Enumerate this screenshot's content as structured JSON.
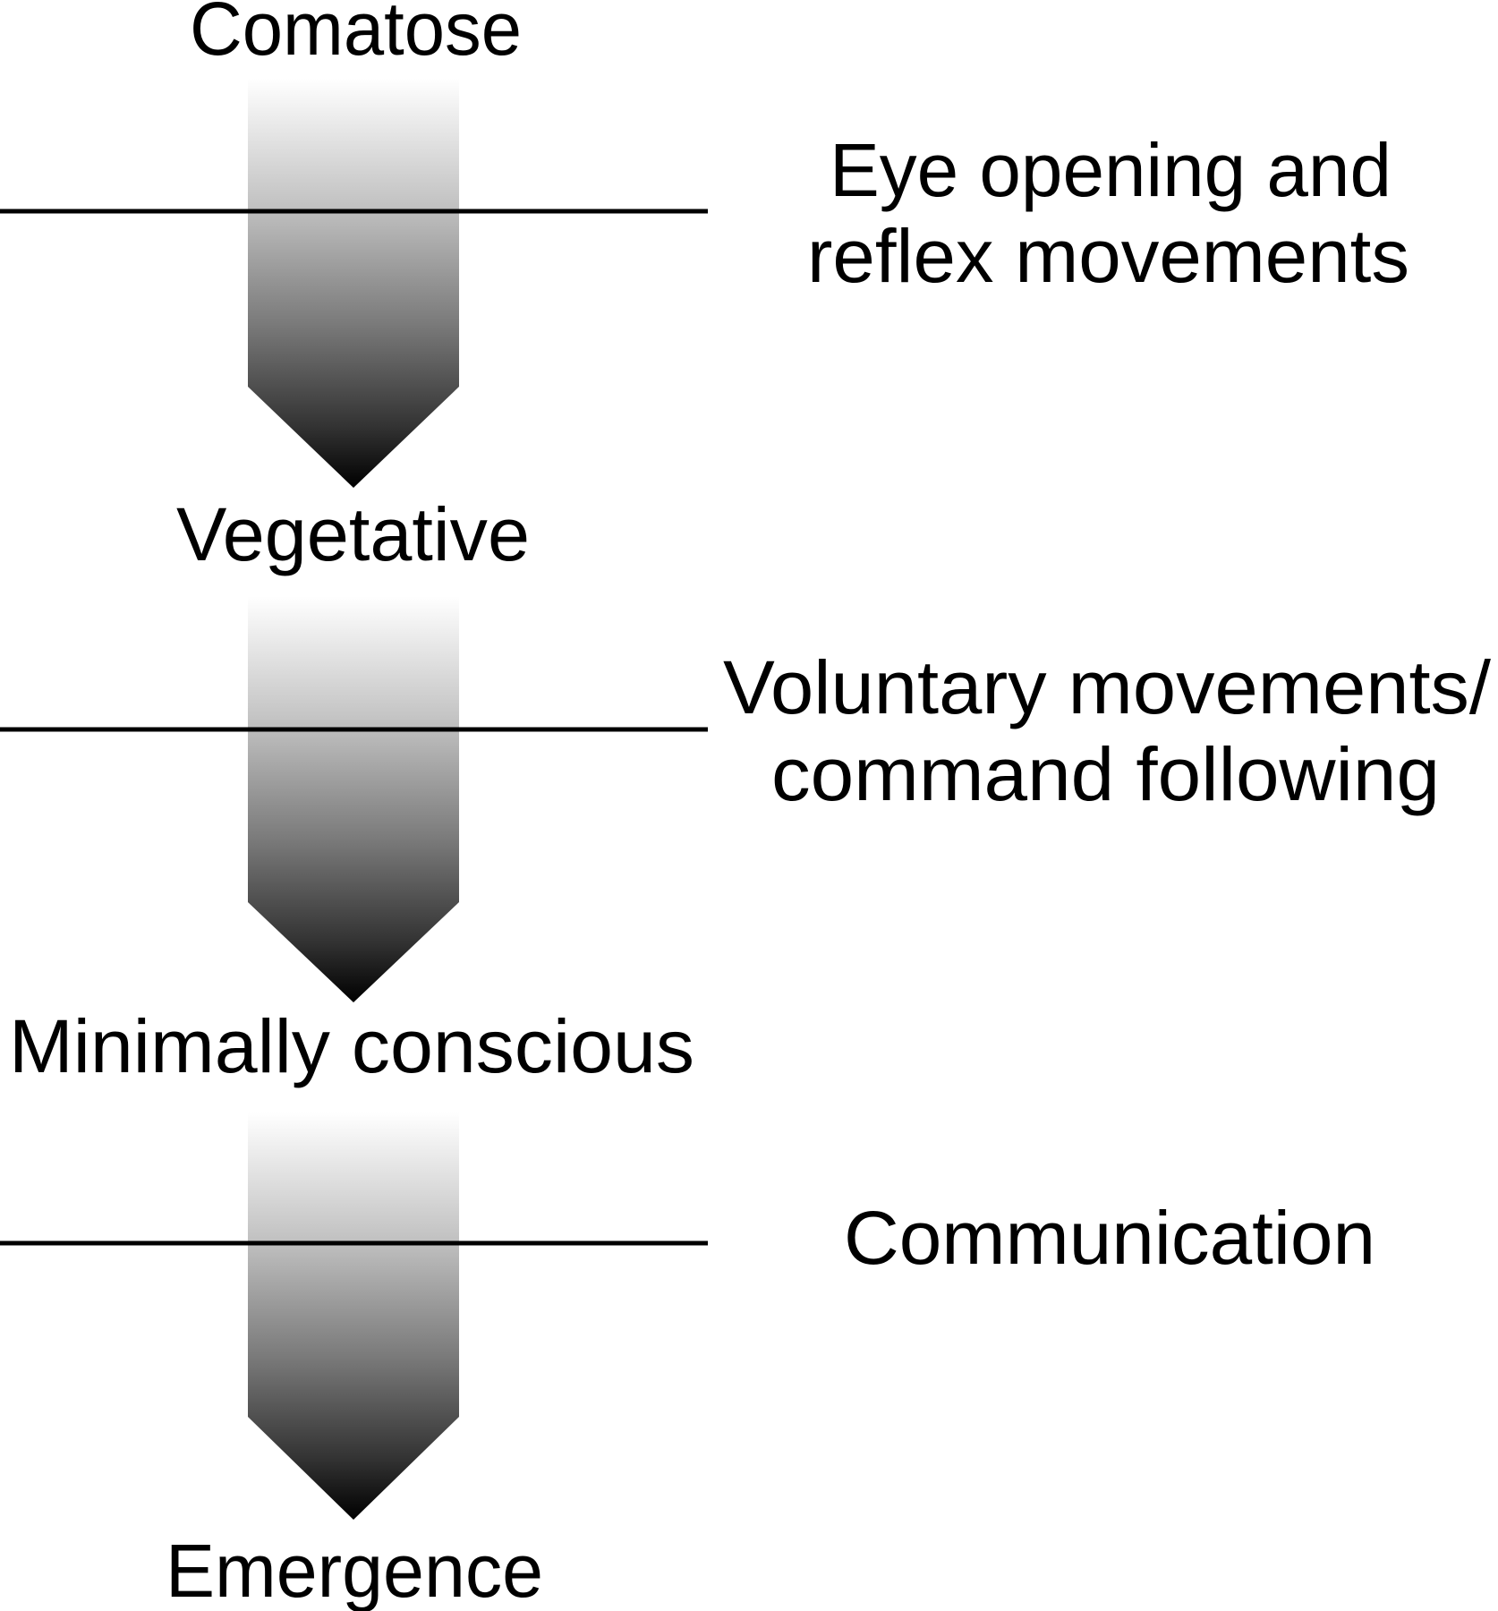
{
  "title": "Progression of consciousness recovery",
  "colors": {
    "background": "#ffffff",
    "text": "#000000",
    "divider": "#000000",
    "arrow_gradient_start": "#ffffff",
    "arrow_gradient_end": "#000000"
  },
  "states": [
    {
      "label": "Comatose"
    },
    {
      "label": "Vegetative"
    },
    {
      "label": "Minimally conscious"
    },
    {
      "label": "Emergence"
    }
  ],
  "transitions": [
    {
      "from": "Comatose",
      "to": "Vegetative",
      "criterion_lines": [
        "Eye opening and",
        "reflex movements"
      ]
    },
    {
      "from": "Vegetative",
      "to": "Minimally conscious",
      "criterion_lines": [
        "Voluntary movements/",
        "command following"
      ]
    },
    {
      "from": "Minimally conscious",
      "to": "Emergence",
      "criterion_lines": [
        "Communication"
      ]
    }
  ]
}
